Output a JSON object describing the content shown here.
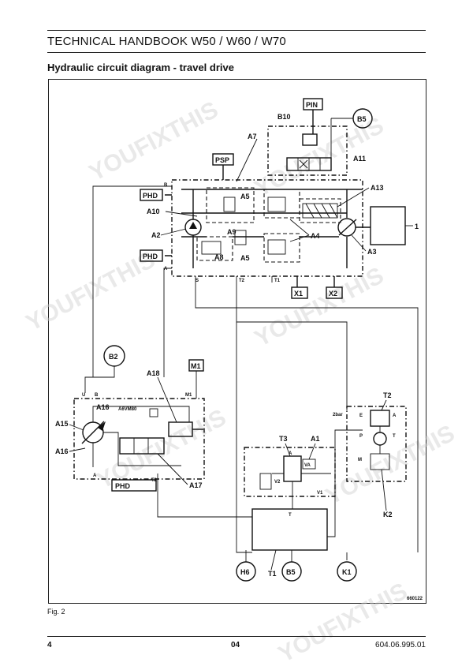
{
  "header": {
    "doc_title": "TECHNICAL HANDBOOK W50 / W60 / W70",
    "section_title": "Hydraulic circuit diagram - travel drive"
  },
  "diagram": {
    "ports": {
      "p_in": "PIN",
      "p_sp": "PSP",
      "p_hd_top": "PHD",
      "p_hd_mid": "PHD",
      "p_hd_bottom": "PHD",
      "x1": "X1",
      "x2": "X2",
      "b": "B",
      "a": "A",
      "s": "S",
      "t2": "T2",
      "t1": "T1",
      "u": "U",
      "b_motor": "B",
      "a_motor": "A",
      "m1_port": "M1",
      "t2_motor": "T2",
      "e": "E",
      "a_cooler": "A",
      "p": "P",
      "t": "T",
      "m": "M",
      "t_tank": "T",
      "v2": "V2",
      "v1": "V1",
      "va": "VA",
      "a_filter": "A",
      "bar_2": "2bar"
    },
    "circles": {
      "b5_top": "B5",
      "b2": "B2",
      "m1": "M1",
      "h6": "H6",
      "b5_bottom": "B5",
      "k1": "K1"
    },
    "labels": {
      "b10": "B10",
      "a7": "A7",
      "a11": "A11",
      "a13": "A13",
      "a5_top": "A5",
      "a10": "A10",
      "a2": "A2",
      "a9": "A9",
      "a4": "A4",
      "a8": "A8",
      "a5_bottom": "A5",
      "a3": "A3",
      "one": "1",
      "a18": "A18",
      "a16_top": "A16",
      "a6vm80": "A6VM80",
      "a15": "A15",
      "a16_bottom": "A16",
      "a17": "A17",
      "t2_cooler": "T2",
      "t3": "T3",
      "a1": "A1",
      "k2": "K2",
      "t1": "T1",
      "drawing_no": "660122"
    }
  },
  "figure_label": "Fig. 2",
  "footer": {
    "page": "4",
    "chapter": "04",
    "doc_number": "604.06.995.01"
  }
}
